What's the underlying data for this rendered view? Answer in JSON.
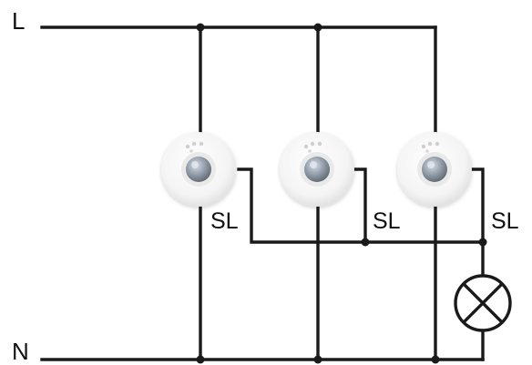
{
  "rails": {
    "line_label": "L",
    "neutral_label": "N"
  },
  "sensors": [
    {
      "output_label": "SL"
    },
    {
      "output_label": "SL"
    },
    {
      "output_label": "SL"
    }
  ],
  "load": {
    "icon": "lamp-icon"
  },
  "colors": {
    "wire": "#1a1a1a",
    "sensor_body": "#f2f2f2",
    "sensor_lens": "#9aa3ad"
  }
}
